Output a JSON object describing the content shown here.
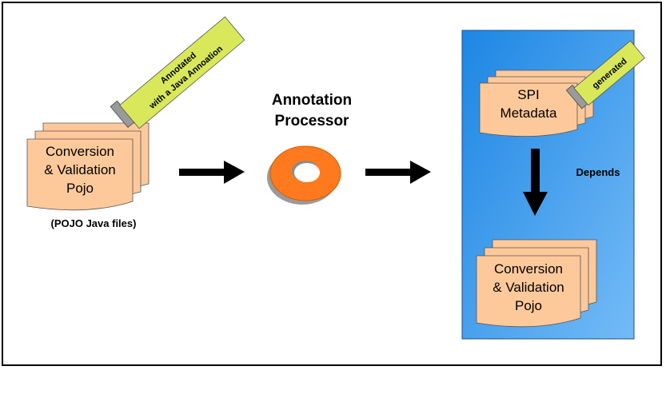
{
  "diagram": {
    "source_doc": {
      "lines": [
        "Conversion",
        "& Validation",
        "Pojo"
      ],
      "caption": "(POJO Java files)",
      "tag_lines": [
        "Annotated",
        "with a Java Annoation"
      ]
    },
    "processor": {
      "title_lines": [
        "Annotation",
        "Processor"
      ]
    },
    "output_panel": {
      "spi_doc_lines": [
        "SPI",
        "Metadata"
      ],
      "generated_tag": "generated",
      "depends_label": "Depends",
      "target_doc_lines": [
        "Conversion",
        "& Validation",
        "Pojo"
      ]
    }
  },
  "colors": {
    "doc_fill": "#fdc99b",
    "tag_fill": "#d8e85a",
    "ring_fill": "#ff7a1e",
    "panel_top": "#1f88e6",
    "panel_bottom": "#6eb7f5"
  }
}
